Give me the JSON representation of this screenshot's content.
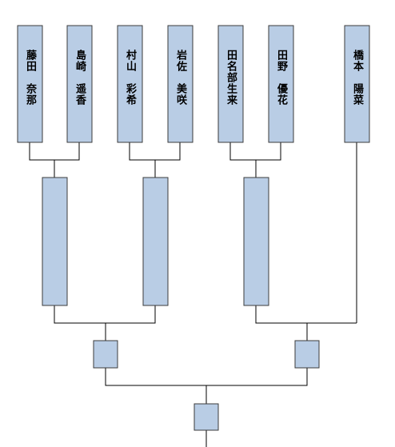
{
  "bracket": {
    "colors": {
      "box_fill": "#b9cde5",
      "box_stroke": "#3b3b3b",
      "line": "#000000",
      "text": "#000000"
    },
    "entrants": [
      {
        "id": "e1",
        "name": "藤田　奈那"
      },
      {
        "id": "e2",
        "name": "島崎　遥香"
      },
      {
        "id": "e3",
        "name": "村山　彩希"
      },
      {
        "id": "e4",
        "name": "岩佐　美咲"
      },
      {
        "id": "e5",
        "name": "田名部生来"
      },
      {
        "id": "e6",
        "name": "田野　優花"
      },
      {
        "id": "e7",
        "name": "橋本　陽菜"
      }
    ],
    "round2_slots": 3,
    "semifinal_slots": 2,
    "final_slots": 1
  }
}
